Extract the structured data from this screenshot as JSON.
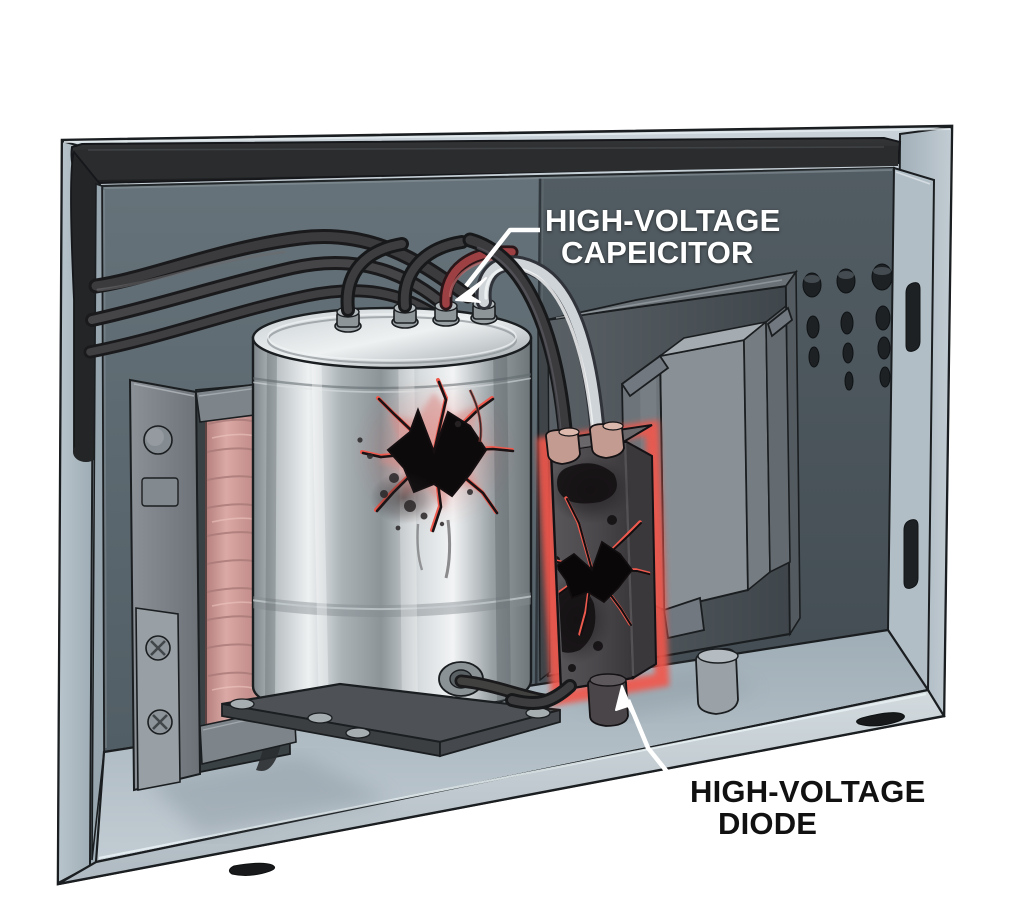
{
  "scene": {
    "kind": "technical-illustration",
    "subject": "Microwave oven interior cutaway showing failed high-voltage components",
    "background_color": "#ffffff"
  },
  "labels": {
    "capacitor": {
      "line1": "HIGH-VOLTAGE",
      "line2": "CAPEICITOR",
      "color": "#ffffff",
      "leader": "arrow-down-left"
    },
    "diode": {
      "line1": "HIGH-VOLTAGE",
      "line2": "DIODE",
      "color": "#111111",
      "leader": "arrow-up-left"
    }
  },
  "palette": {
    "body_outer": "#a9b7c0",
    "body_outer_light": "#c3ced5",
    "top_bar_dark": "#262829",
    "back_wall_left": "#5d6b72",
    "back_wall_right": "#4e5a60",
    "floor": "#b4c0c8",
    "floor_front": "#c6d0d6",
    "chrome_light": "#e9edef",
    "chrome_mid": "#9aa3a8",
    "chrome_dark": "#6d7579",
    "transformer_dark": "#4b5156",
    "bracket_grey": "#7b8187",
    "copper_coil": "#c78e8b",
    "burn_glow": "#f0534a",
    "burn_core": "#120f10",
    "wire_black": "#2a2a2c",
    "wire_red": "#8d3a3c",
    "wire_white": "#d9dde0",
    "outline": "#1b1e20"
  },
  "components": [
    {
      "name": "enclosure",
      "label": "sheet-metal cabinet",
      "description": "Light blue-grey painted steel box, open front, perspective view"
    },
    {
      "name": "top-trim-bar",
      "label": "dark top trim",
      "description": "Black horizontal bar spanning the top edge of the cabinet"
    },
    {
      "name": "back-wall",
      "label": "rear panel",
      "description": "Two-tone dark slate rear panel with vertical seam"
    },
    {
      "name": "vent-holes",
      "label": "ventilation holes",
      "columns": 3,
      "rows": 4,
      "description": "Grid of round and slotted punched vents on right rear panel"
    },
    {
      "name": "side-vent-slots",
      "label": "side wall slots",
      "count": 2,
      "description": "Two long vertical slots on right side wall"
    },
    {
      "name": "high-voltage-capacitor",
      "label": "High-voltage capacitor",
      "status": "ruptured",
      "description": "Brushed chrome cylinder with four spade terminals on top, blown open with glowing red star-shaped rupture",
      "terminals": 4,
      "wire_colors": [
        "#2a2a2c",
        "#2a2a2c",
        "#8d3a3c",
        "#d9dde0"
      ]
    },
    {
      "name": "high-voltage-diode",
      "label": "High-voltage diode",
      "status": "burned",
      "description": "Dark rectangular block with red glow halo, soot staining and a burst hole",
      "terminals": 2
    },
    {
      "name": "transformer",
      "label": "high-voltage transformer",
      "description": "Dark grey box with mounting brackets, right of centre"
    },
    {
      "name": "magnetron-coil",
      "label": "copper coil winding",
      "description": "Ribbed copper-coloured coil behind a grey bracket on the left wall"
    },
    {
      "name": "mounting-bracket",
      "label": "left mounting bracket",
      "screws": 2,
      "description": "Grey metal bracket with two phillips-head screws"
    },
    {
      "name": "capacitor-base-plate",
      "label": "capacitor mounting plate",
      "bolt_holes": 4,
      "description": "Dark steel plate bolted to the cabinet floor"
    },
    {
      "name": "floor-slot",
      "label": "floor drain slot",
      "description": "Small black oval slot on the front floor lip"
    }
  ]
}
